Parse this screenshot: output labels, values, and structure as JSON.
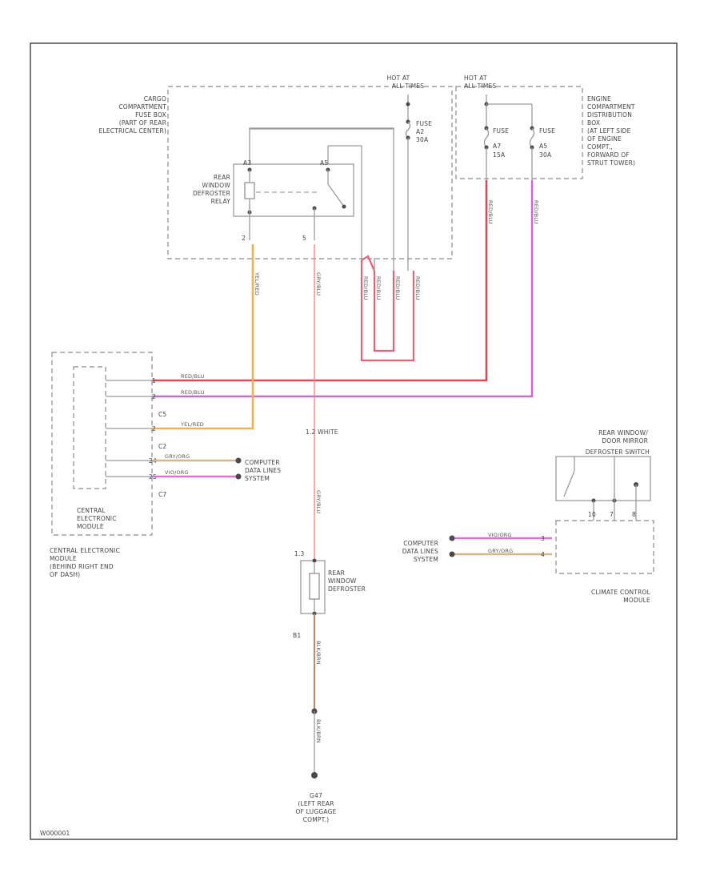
{
  "diagram": {
    "cargo_fuse_box": [
      "CARGO",
      "COMPARTMENT",
      "FUSE BOX",
      "(PART OF REAR",
      "ELECTRICAL CENTER)"
    ],
    "hot_at_all_times_1": [
      "HOT AT",
      "ALL TIMES"
    ],
    "hot_at_all_times_2": [
      "HOT AT",
      "ALL TIMES"
    ],
    "engine_dist_box": [
      "ENGINE",
      "COMPARTMENT",
      "DISTRIBUTION",
      "BOX",
      "(AT LEFT SIDE",
      "OF ENGINE",
      "COMPT.,",
      "FORWARD OF",
      "STRUT TOWER)"
    ],
    "fuse_a2": [
      "FUSE",
      "A2",
      "30A"
    ],
    "fuse_a7": [
      "FUSE",
      "A7",
      "15A"
    ],
    "fuse_a5": [
      "FUSE",
      "A5",
      "30A"
    ],
    "relay_label": [
      "REAR",
      "WINDOW",
      "DEFROSTER",
      "RELAY"
    ],
    "relay_pins": {
      "p1": "A3",
      "p2": "A5",
      "bottom_left": "2",
      "bottom_right": "5"
    },
    "wire_colors_vertical": [
      "YEL/RED",
      "GRY/BLU",
      "RED/BLU",
      "RED/BLU",
      "RED/BLU",
      "RED/BLU",
      "RED/BLU",
      "RED/BLU"
    ],
    "cem_label": [
      "CENTRAL",
      "ELECTRONIC",
      "MODULE"
    ],
    "cem_location": [
      "CENTRAL ELECTRONIC",
      "MODULE",
      "(BEHIND RIGHT END",
      "OF DASH)"
    ],
    "cem_pins": [
      {
        "pin": "1",
        "wire": "RED/BLU"
      },
      {
        "pin": "2",
        "wire": "RED/BLU"
      },
      {
        "pin": "C5",
        "wire": ""
      },
      {
        "pin": "2",
        "wire": "YEL/RED"
      },
      {
        "pin": "C2",
        "wire": ""
      },
      {
        "pin": "24",
        "wire": "GRY/ORG"
      },
      {
        "pin": "25",
        "wire": "VIO/ORG"
      },
      {
        "pin": "C7",
        "wire": ""
      }
    ],
    "computer_data_lines_1": [
      "COMPUTER",
      "DATA LINES",
      "SYSTEM"
    ],
    "computer_data_lines_2": [
      "COMPUTER",
      "DATA LINES",
      "SYSTEM"
    ],
    "splice_label": "1.2 WHITE",
    "center_wire": "GRY/BLU",
    "defroster_label": [
      "REAR",
      "WINDOW",
      "DEFROSTER"
    ],
    "defroster_pins": {
      "top": "1.3",
      "bottom": "B1"
    },
    "ground_wire_1": "BLK/BRN",
    "ground_wire_2": "BLK/BRN",
    "ground_label": [
      "G47",
      "(LEFT REAR",
      "OF LUGGAGE",
      "COMPT.)"
    ],
    "switch_label": [
      "REAR WINDOW/",
      "DOOR MIRROR",
      "DEFROSTER SWITCH"
    ],
    "switch_pins": [
      "10",
      "7",
      "8"
    ],
    "ccm_label": [
      "CLIMATE CONTROL",
      "MODULE"
    ],
    "ccm_wires": [
      {
        "wire": "VIO/ORG",
        "pin": "3"
      },
      {
        "wire": "GRY/ORG",
        "pin": "4"
      }
    ],
    "footer_code": "W000001"
  }
}
